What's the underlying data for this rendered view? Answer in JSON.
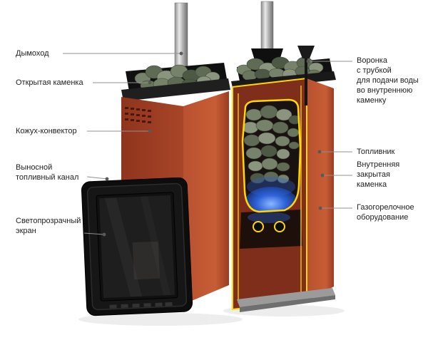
{
  "labels": {
    "left": [
      {
        "id": "chimney",
        "lines": [
          "Дымоход"
        ]
      },
      {
        "id": "open-heater",
        "lines": [
          "Открытая каменка"
        ]
      },
      {
        "id": "convector-casing",
        "lines": [
          "Кожух-конвектор"
        ]
      },
      {
        "id": "extended-fuel-channel",
        "lines": [
          "Выносной",
          "топливный канал"
        ]
      },
      {
        "id": "translucent-screen",
        "lines": [
          "Светопрозрачный",
          "экран"
        ]
      }
    ],
    "right": [
      {
        "id": "water-funnel",
        "lines": [
          "Воронка",
          "с трубкой",
          "для подачи воды",
          "во внутреннюю",
          "каменку"
        ]
      },
      {
        "id": "firebox",
        "lines": [
          "Топливник"
        ]
      },
      {
        "id": "inner-closed-heater",
        "lines": [
          "Внутренняя",
          "закрытая",
          "каменка"
        ]
      },
      {
        "id": "gas-burner-equipment",
        "lines": [
          "Газогорелочное",
          "оборудование"
        ]
      }
    ]
  },
  "colors": {
    "background": "#ffffff",
    "stove_body": "#b14e2d",
    "stove_body_shadow": "#96381f",
    "top_trim": "#1f1f1f",
    "stones": "#6f7b65",
    "cutaway_outline": "#ffd800",
    "burner_flame": "#2f62d8",
    "chimney_steel": "#b9b9b9",
    "door_frame": "#0d0d0d",
    "leader_line": "#909090"
  }
}
